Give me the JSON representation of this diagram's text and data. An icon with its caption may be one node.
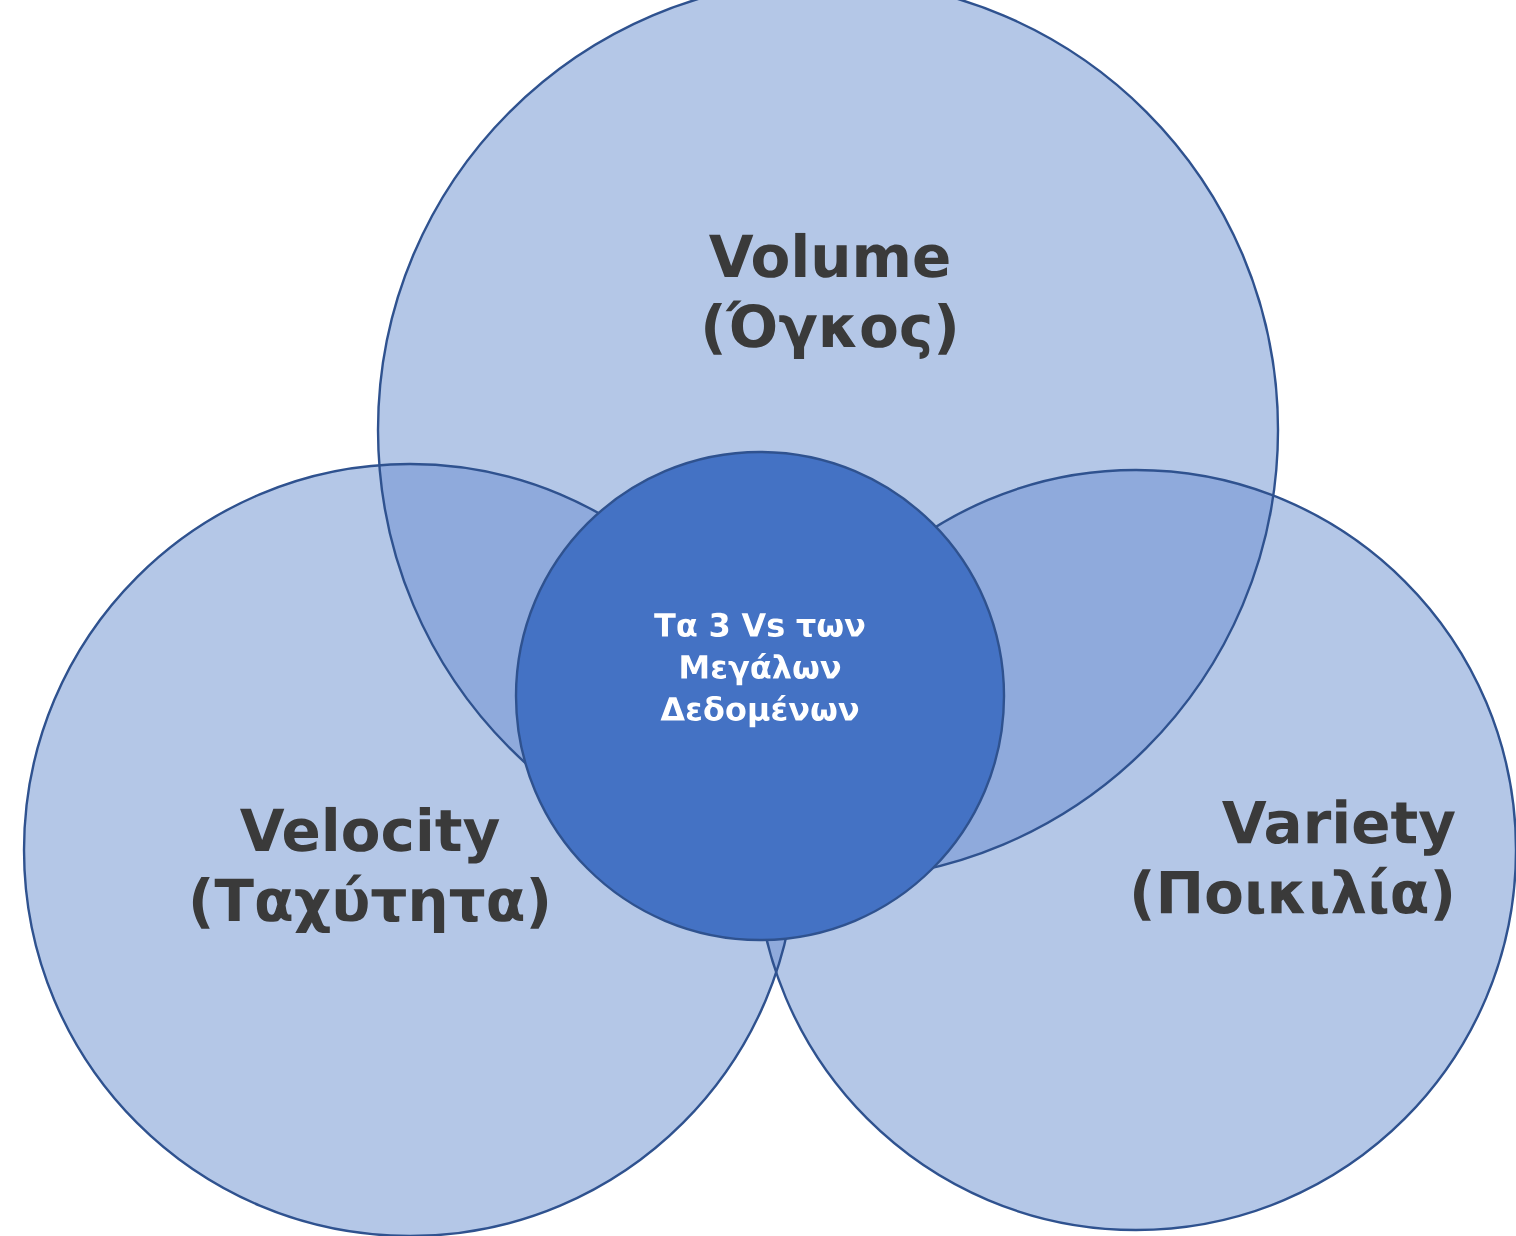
{
  "diagram": {
    "nodes": [
      {
        "text": [
          "Volume (Όγκος)"
        ]
      },
      {
        "text": [
          "Τα 3 Vs των Μεγάλων Δεδομένων"
        ]
      },
      {
        "text": [
          "Velocity (Ταχύτητα)"
        ]
      },
      {
        "text": [
          "Variety (Ποικιλία)"
        ]
      }
    ]
  }
}
